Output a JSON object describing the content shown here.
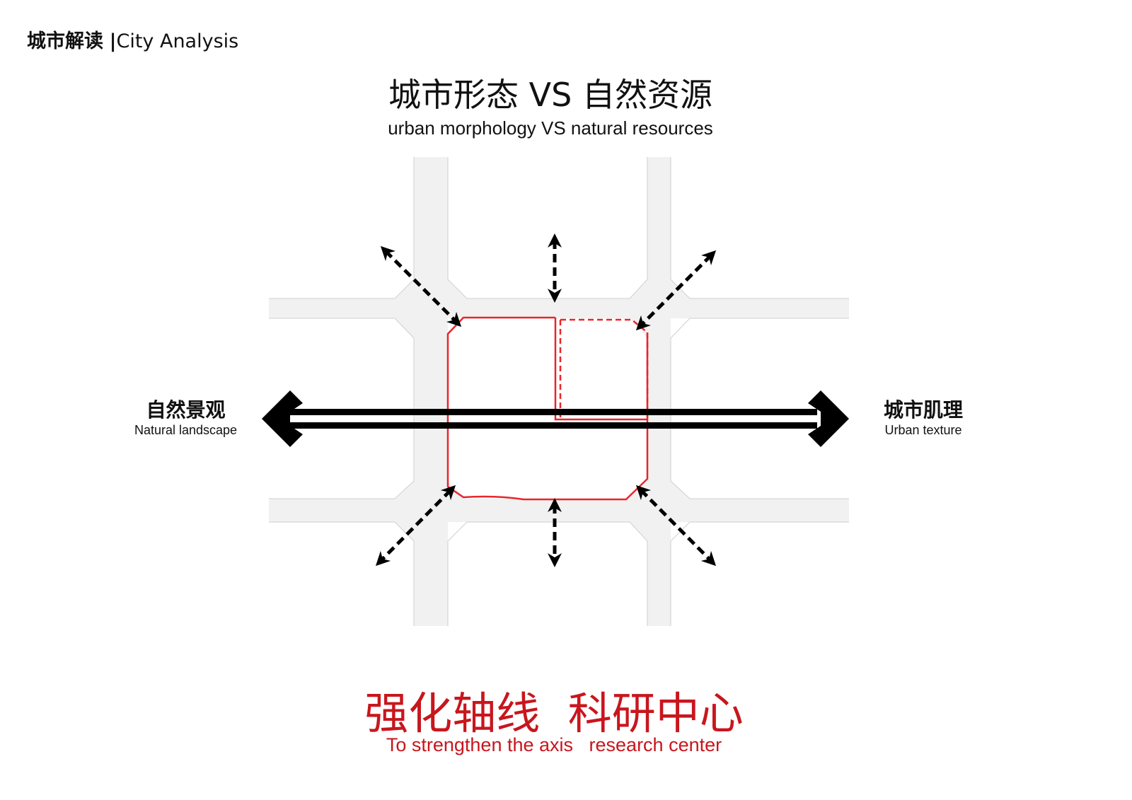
{
  "header": {
    "cn": "城市解读",
    "sep": "|",
    "en": "City Analysis"
  },
  "title": "城市形态 VS 自然资源",
  "subtitle": "urban morphology VS natural resources",
  "left_label": {
    "cn": "自然景观",
    "en": "Natural landscape"
  },
  "right_label": {
    "cn": "城市肌理",
    "en": "Urban texture"
  },
  "conclusion": {
    "cn": "强化轴线  科研中心",
    "en": "To strengthen the axis   research center"
  },
  "colors": {
    "accent": "#c8161d",
    "site_outline": "#e8262b",
    "road": "#f1f1f1",
    "arrow": "#000000"
  }
}
